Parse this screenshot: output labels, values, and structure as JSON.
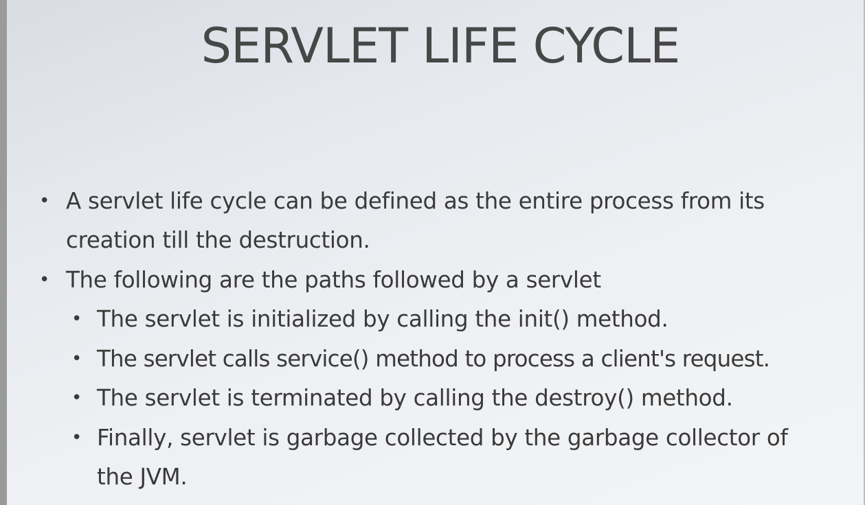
{
  "slide": {
    "title": "SERVLET LIFE CYCLE",
    "bullets": [
      {
        "level": 1,
        "lines": [
          "A servlet life cycle can be defined as the entire process from its",
          "creation till the destruction."
        ]
      },
      {
        "level": 1,
        "lines": [
          "The following are the paths followed by a servlet"
        ]
      },
      {
        "level": 2,
        "lines": [
          "The servlet is initialized by calling the init() method."
        ]
      },
      {
        "level": 2,
        "lines": [
          "The servlet calls service() method to process a client's request."
        ]
      },
      {
        "level": 2,
        "lines": [
          "The servlet is terminated by calling the destroy() method."
        ]
      },
      {
        "level": 2,
        "lines": [
          "Finally, servlet is garbage collected by the garbage collector of",
          "the JVM."
        ]
      }
    ],
    "bullet_glyph": "•"
  }
}
